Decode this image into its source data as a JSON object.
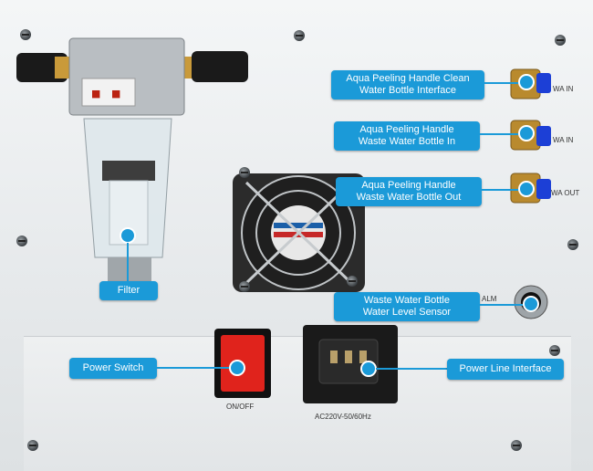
{
  "callouts": {
    "clean_water_interface": {
      "line1": "Aqua Peeling Handle Clean",
      "line2": "Water Bottle Interface"
    },
    "waste_water_in": {
      "line1": "Aqua Peeling Handle",
      "line2": "Waste Water Bottle In"
    },
    "waste_water_out": {
      "line1": "Aqua Peeling Handle",
      "line2": "Waste Water Bottle Out"
    },
    "water_level_sensor": {
      "line1": "Waste Water Bottle",
      "line2": "Water Level Sensor"
    },
    "filter": "Filter",
    "power_switch": "Power Switch",
    "power_line_interface": "Power Line Interface"
  },
  "port_labels": {
    "wa_in_1": "WA IN",
    "wa_in_2": "WA IN",
    "wa_out": "WA OUT",
    "alm": "ALM"
  },
  "printed": {
    "switch": "ON/OFF",
    "voltage": "AC220V-50/60Hz"
  },
  "colors": {
    "callout": "#1b9ad8",
    "switch_red": "#e0231c",
    "panel": "#eef0f1"
  }
}
